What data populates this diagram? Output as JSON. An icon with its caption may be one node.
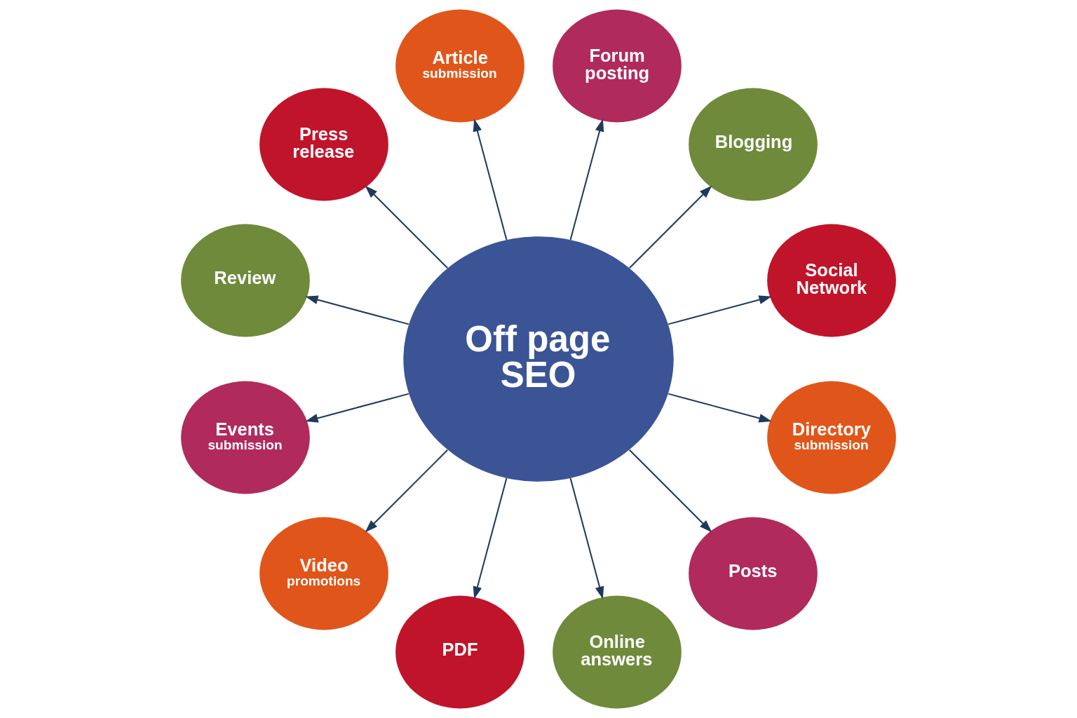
{
  "diagram": {
    "nodes": [
      {
        "text": [
          "Off page SEO"
        ]
      },
      {
        "text": [
          "Social Network"
        ]
      },
      {
        "text": [
          "Blogging"
        ]
      },
      {
        "text": [
          "Forum posting"
        ]
      },
      {
        "text": [
          "Article",
          "submission"
        ]
      },
      {
        "text": [
          "Press release"
        ]
      },
      {
        "text": [
          "Review"
        ]
      },
      {
        "text": [
          "Events",
          "submission"
        ]
      },
      {
        "text": [
          "Video",
          "promotions"
        ]
      },
      {
        "text": [
          "PDF"
        ]
      },
      {
        "text": [
          "Online answers"
        ]
      },
      {
        "text": [
          "Posts"
        ]
      },
      {
        "text": [
          "Directory",
          "submission"
        ]
      }
    ],
    "edges": [
      {
        "from": 0,
        "to": 1,
        "arrow": "to"
      },
      {
        "from": 0,
        "to": 2,
        "arrow": "to"
      },
      {
        "from": 0,
        "to": 3,
        "arrow": "to"
      },
      {
        "from": 0,
        "to": 4,
        "arrow": "to"
      },
      {
        "from": 0,
        "to": 5,
        "arrow": "to"
      },
      {
        "from": 0,
        "to": 6,
        "arrow": "to"
      },
      {
        "from": 0,
        "to": 7,
        "arrow": "to"
      },
      {
        "from": 0,
        "to": 8,
        "arrow": "to"
      },
      {
        "from": 0,
        "to": 9,
        "arrow": "to"
      },
      {
        "from": 0,
        "to": 10,
        "arrow": "to"
      },
      {
        "from": 0,
        "to": 11,
        "arrow": "to"
      },
      {
        "from": 0,
        "to": 12,
        "arrow": "to"
      }
    ]
  }
}
